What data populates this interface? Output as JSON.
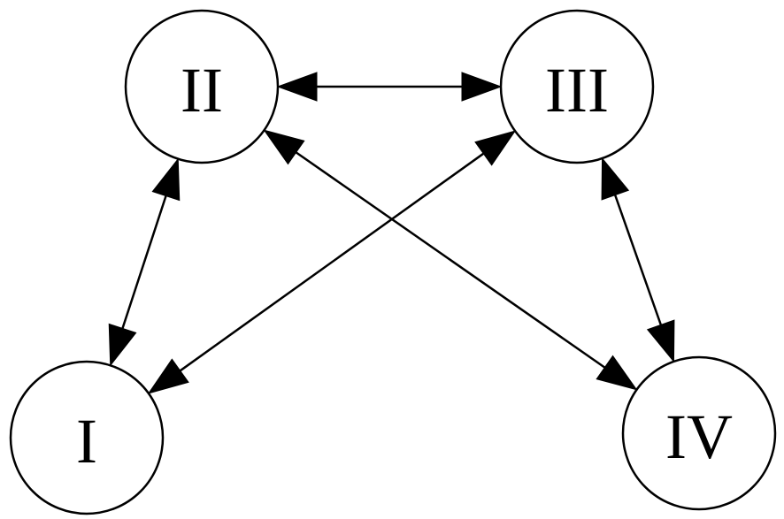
{
  "diagram": {
    "nodes": [
      {
        "id": "I",
        "label": "I"
      },
      {
        "id": "II",
        "label": "II"
      },
      {
        "id": "III",
        "label": "III"
      },
      {
        "id": "IV",
        "label": "IV"
      }
    ],
    "edges": [
      {
        "from": "II",
        "to": "III",
        "direction": "both"
      },
      {
        "from": "I",
        "to": "II",
        "direction": "both"
      },
      {
        "from": "I",
        "to": "III",
        "direction": "both"
      },
      {
        "from": "II",
        "to": "IV",
        "direction": "both"
      },
      {
        "from": "III",
        "to": "IV",
        "direction": "both"
      }
    ]
  }
}
